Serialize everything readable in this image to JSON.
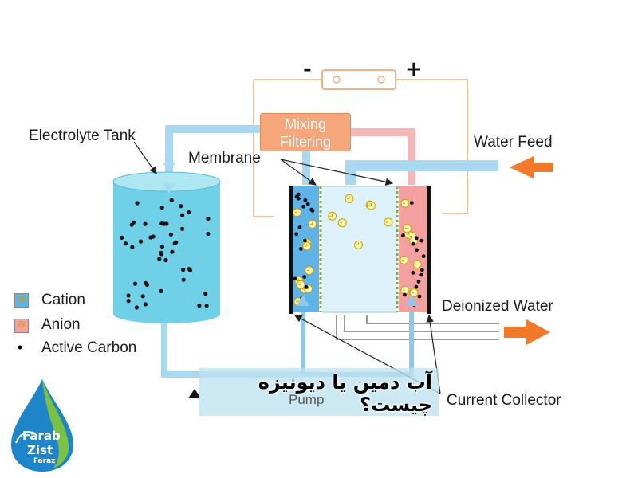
{
  "power": {
    "minus": "-",
    "plus": "+"
  },
  "mixing_box": {
    "line1": "Mixing",
    "line2": "Filtering"
  },
  "labels": {
    "electrolyte_tank": "Electrolyte Tank",
    "membrane": "Membrane",
    "water_feed": "Water Feed",
    "deionized_water": "Deionized Water",
    "current_collector": "Current Collector",
    "pump": "Pump"
  },
  "legend": [
    {
      "key": "cation",
      "label": "Cation",
      "symbol": "⊕",
      "color": "#5fb3e6"
    },
    {
      "key": "anion",
      "label": "Anion",
      "symbol": "⊖",
      "color": "#f4a0a0"
    },
    {
      "key": "carbon",
      "label": "Active Carbon",
      "symbol": "•",
      "color": "#000000"
    }
  ],
  "caption": "آب دمین یا دیونیزه چیست؟",
  "logo": {
    "line1": "Farab",
    "line2": "Zist",
    "line3": "Faraz"
  },
  "colors": {
    "tank": "#6fd0e8",
    "cathode": "#5fb3e6",
    "anode": "#f4a0a0",
    "pipe_blue": "#a9d8f2",
    "pipe_pink": "#f4b6b6",
    "arrow_orange": "#f07a2a",
    "wire": "#f1c39a",
    "mix_box": "#f5a67a"
  }
}
